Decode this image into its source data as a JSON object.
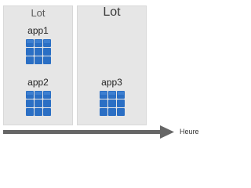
{
  "diagram": {
    "panels": [
      {
        "title": "Lot",
        "apps": [
          {
            "label": "app1",
            "icon": "grid-app-icon"
          },
          {
            "label": "app2",
            "icon": "grid-app-icon"
          }
        ]
      },
      {
        "title": "Lot",
        "apps": [
          {
            "label": "app3",
            "icon": "grid-app-icon"
          }
        ]
      }
    ],
    "timeline": {
      "label": "Heure",
      "arrow_color": "#666666"
    },
    "colors": {
      "panel_bg": "#e6e6e6",
      "icon_blue": "#2b6fc4",
      "icon_blue_light": "#4a8ad9"
    }
  }
}
